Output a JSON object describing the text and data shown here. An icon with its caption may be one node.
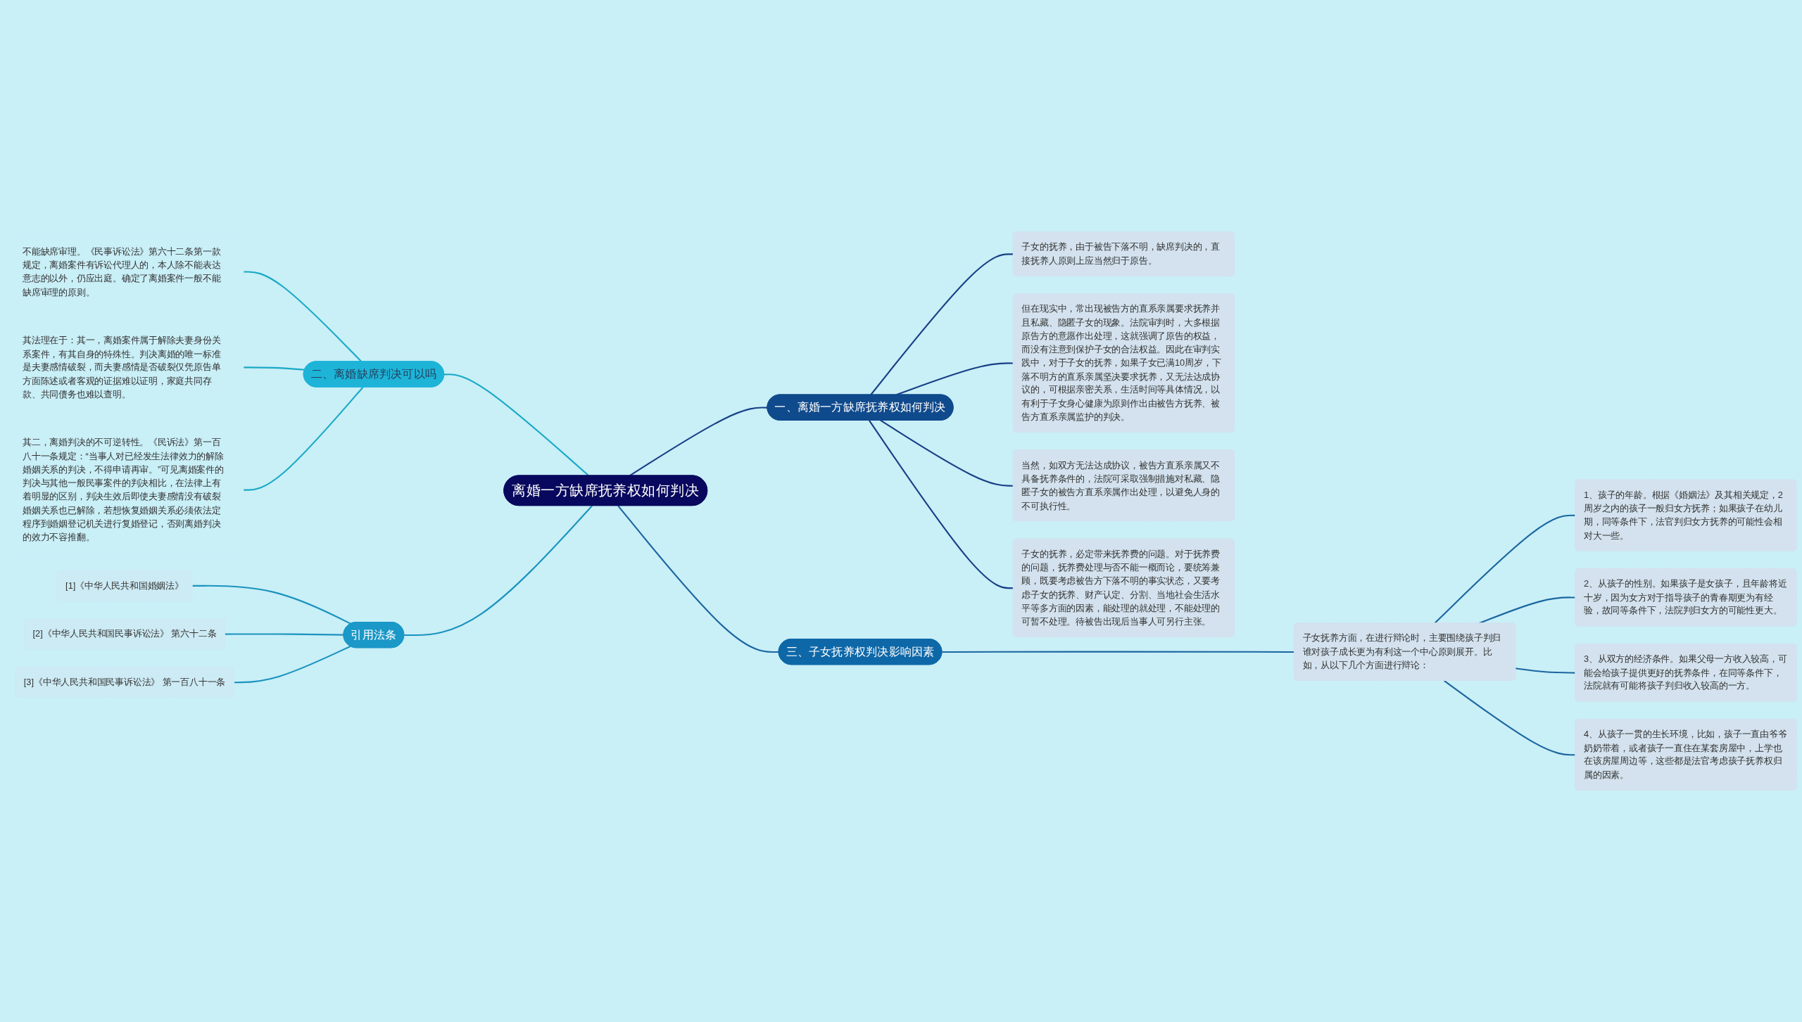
{
  "diagram": {
    "nodes": [
      {
        "text": [
          "离婚一方缺席抚养权如何判决"
        ]
      },
      {
        "text": [
          "一、离婚一方缺席抚养权如何判决"
        ]
      },
      {
        "text": [
          "子女的抚养，由于被告下落不明，缺席判决的，直接抚养人原则上应当然归于原告。"
        ]
      },
      {
        "text": [
          "但在现实中，常出现被告方的直系亲属要求抚养并且私藏、隐匿子女的现象。法院审判时，大多根据原告方的意愿作出处理，这就强调了原告的权益，而没有注意到保护子女的合法权益。因此在审判实践中，对于子女的抚养，如果子女已满10周岁，下落不明方的直系亲属坚决要求抚养，又无法达成协议的，可根据亲密关系，生活时间等具体情况，以有利于子女身心健康为原则作出由被告方抚养、被告方直系亲属监护的判决。"
        ]
      },
      {
        "text": [
          "当然，如双方无法达成协议，被告方直系亲属又不具备抚养条件的，法院可采取强制措施对私藏、隐匿子女的被告方直系亲属作出处理，以避免人身的不可执行性。"
        ]
      },
      {
        "text": [
          "子女的抚养，必定带来抚养费的问题。对于抚养费的问题，抚养费处理与否不能一概而论，要统筹兼顾，既要考虑被告方下落不明的事实状态，又要考虑子女的抚养、财产认定、分割、当地社会生活水平等多方面的因素，能处理的就处理，不能处理的可暂不处理。待被告出现后当事人可另行主张。"
        ]
      },
      {
        "text": [
          "二、离婚缺席判决可以吗"
        ]
      },
      {
        "text": [
          "不能缺席审理。《民事诉讼法》第六十二条第一款规定，离婚案件有诉讼代理人的，本人除不能表达意志的以外，仍应出庭。确定了离婚案件一般不能缺席审理的原则。"
        ]
      },
      {
        "text": [
          "其法理在于：其一，离婚案件属于解除夫妻身份关系案件，有其自身的特殊性。判决离婚的唯一标准是夫妻感情破裂，而夫妻感情是否破裂仅凭原告单方面陈述或者客观的证据难以证明，家庭共同存款、共同债务也难以查明。"
        ]
      },
      {
        "text": [
          "其二，离婚判决的不可逆转性。《民诉法》第一百八十一条规定：“当事人对已经发生法律效力的解除婚姻关系的判决，不得申请再审。”可见离婚案件的判决与其他一般民事案件的判决相比，在法律上有着明显的区别，判决生效后即使夫妻感情没有破裂婚姻关系也已解除，若想恢复婚姻关系必须依法定程序到婚姻登记机关进行复婚登记，否则离婚判决的效力不容推翻。"
        ]
      },
      {
        "text": [
          "三、子女抚养权判决影响因素"
        ]
      },
      {
        "text": [
          "子女抚养方面，在进行辩论时，主要围绕孩子判归谁对孩子成长更为有利这一个中心原则展开。比如，从以下几个方面进行辩论："
        ]
      },
      {
        "text": [
          "1、孩子的年龄。根据《婚姻法》及其相关规定，2周岁之内的孩子一般归女方抚养；如果孩子在幼儿期，同等条件下，法官判归女方抚养的可能性会相对大一些。"
        ]
      },
      {
        "text": [
          "2、从孩子的性别。如果孩子是女孩子，且年龄将近十岁，因为女方对于指导孩子的青春期更为有经验，故同等条件下，法院判归女方的可能性更大。"
        ]
      },
      {
        "text": [
          "3、从双方的经济条件。如果父母一方收入较高，可能会给孩子提供更好的抚养条件，在同等条件下，法院就有可能将孩子判归收入较高的一方。"
        ]
      },
      {
        "text": [
          "4、从孩子一贯的生长环境，比如，孩子一直由爷爷奶奶带着，或者孩子一直住在某套房屋中，上学也在该房屋周边等，这些都是法官考虑孩子抚养权归属的因素。"
        ]
      },
      {
        "text": [
          "引用法条"
        ]
      },
      {
        "text": [
          "[1]《中华人民共和国婚姻法》"
        ]
      },
      {
        "text": [
          "[2]《中华人民共和国民事诉讼法》 第六十二条"
        ]
      },
      {
        "text": [
          "[3]《中华人民共和国民事诉讼法》 第一百八十一条"
        ]
      }
    ],
    "edges": [
      {
        "from": 0,
        "to": 1,
        "arrow": "none",
        "color": "#173f86"
      },
      {
        "from": 1,
        "to": 2,
        "arrow": "none",
        "color": "#173f86"
      },
      {
        "from": 1,
        "to": 3,
        "arrow": "none",
        "color": "#173f86"
      },
      {
        "from": 1,
        "to": 4,
        "arrow": "none",
        "color": "#173f86"
      },
      {
        "from": 1,
        "to": 5,
        "arrow": "none",
        "color": "#173f86"
      },
      {
        "from": 6,
        "to": 0,
        "arrow": "none",
        "color": "#19a9c6"
      },
      {
        "from": 7,
        "to": 6,
        "arrow": "none",
        "color": "#19a9c6"
      },
      {
        "from": 8,
        "to": 6,
        "arrow": "none",
        "color": "#19a9c6"
      },
      {
        "from": 9,
        "to": 6,
        "arrow": "none",
        "color": "#19a9c6"
      },
      {
        "from": 0,
        "to": 10,
        "arrow": "none",
        "color": "#1b66a0"
      },
      {
        "from": 10,
        "to": 11,
        "arrow": "none",
        "color": "#1b66a0"
      },
      {
        "from": 11,
        "to": 12,
        "arrow": "none",
        "color": "#1b66a0"
      },
      {
        "from": 11,
        "to": 13,
        "arrow": "none",
        "color": "#1b66a0"
      },
      {
        "from": 11,
        "to": 14,
        "arrow": "none",
        "color": "#1b66a0"
      },
      {
        "from": 11,
        "to": 15,
        "arrow": "none",
        "color": "#1b66a0"
      },
      {
        "from": 16,
        "to": 0,
        "arrow": "none",
        "color": "#1a93bf"
      },
      {
        "from": 17,
        "to": 16,
        "arrow": "none",
        "color": "#1a93bf"
      },
      {
        "from": 18,
        "to": 16,
        "arrow": "none",
        "color": "#1a93bf"
      },
      {
        "from": 19,
        "to": 16,
        "arrow": "none",
        "color": "#1a93bf"
      }
    ]
  }
}
